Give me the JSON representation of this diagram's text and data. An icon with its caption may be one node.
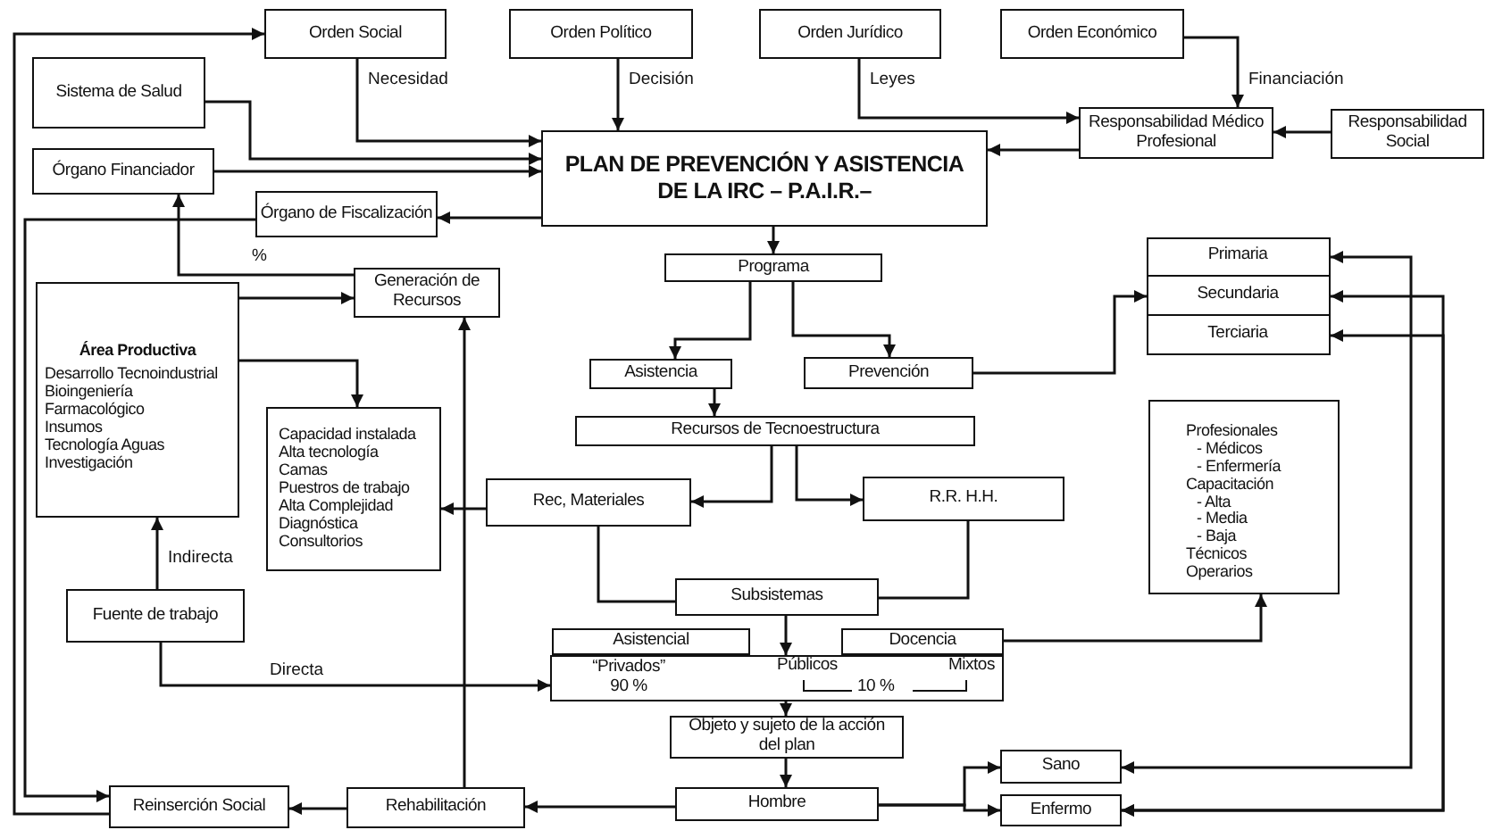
{
  "diagram": {
    "nodes": [
      {
        "text": [
          "Orden Social"
        ]
      },
      {
        "text": [
          "Orden Político"
        ]
      },
      {
        "text": [
          "Orden Jurídico"
        ]
      },
      {
        "text": [
          "Orden Económico"
        ]
      },
      {
        "text": [
          "Sistema de Salud"
        ]
      },
      {
        "text": [
          "Responsabilidad Médico Profesional"
        ]
      },
      {
        "text": [
          "Responsabilidad Social"
        ]
      },
      {
        "text": [
          "Órgano Financiador"
        ]
      },
      {
        "text": [
          "PLAN DE PREVENCIÓN Y ASISTENCIA DE LA IRC – P.A.I.R.–"
        ]
      },
      {
        "text": [
          "Órgano de Fiscalización"
        ]
      },
      {
        "text": [
          "Programa"
        ]
      },
      {
        "text": [],
        "shape": "box"
      },
      {
        "text": [
          "Primaria"
        ],
        "in": 11
      },
      {
        "text": [
          "Secundaria"
        ],
        "in": 11
      },
      {
        "text": [
          "Terciaria"
        ],
        "in": 11
      },
      {
        "text": [
          "Generación de Recursos"
        ]
      },
      {
        "text": [
          "Área Productiva",
          "Desarrollo Tecnoindustrial",
          "Bioingeniería",
          "Farmacológico",
          "Insumos",
          "Tecnología Aguas",
          "Investigación"
        ]
      },
      {
        "text": [
          "Asistencia"
        ]
      },
      {
        "text": [
          "Prevención"
        ]
      },
      {
        "text": [
          "Capacidad instalada",
          "Alta tecnología",
          "Camas",
          "Puestros de trabajo",
          "Alta Complejidad",
          "Diagnóstica",
          "Consultorios"
        ]
      },
      {
        "text": [
          "Recursos de Tecnoestructura"
        ]
      },
      {
        "text": [
          "Profesionales",
          "- Médicos",
          "- Enfermería",
          "Capacitación",
          "- Alta",
          "- Media",
          "- Baja",
          "Técnicos",
          "Operarios"
        ]
      },
      {
        "text": [
          "Rec, Materiales"
        ]
      },
      {
        "text": [
          "R.R. H.H."
        ]
      },
      {
        "text": [
          "Fuente de trabajo"
        ]
      },
      {
        "text": [
          "Subsistemas"
        ]
      },
      {
        "text": [
          "Asistencial"
        ]
      },
      {
        "text": [
          "Docencia"
        ]
      },
      {
        "text": [
          "“Privados” 90 %",
          "Públicos",
          "Mixtos",
          "10 %"
        ]
      },
      {
        "text": [
          "Objeto y sujeto de la acción del plan"
        ]
      },
      {
        "text": [
          "Sano"
        ]
      },
      {
        "text": [
          "Reinserción Social"
        ]
      },
      {
        "text": [
          "Rehabilitación"
        ]
      },
      {
        "text": [
          "Hombre"
        ]
      },
      {
        "text": [
          "Enfermo"
        ]
      }
    ],
    "edges": [
      {
        "from": 31,
        "to": 0,
        "arrow": "to"
      },
      {
        "from": 4,
        "to": 8,
        "arrow": "to"
      },
      {
        "from": 0,
        "to": 8,
        "arrow": "to",
        "label": "Necesidad"
      },
      {
        "from": 7,
        "to": 8,
        "arrow": "to"
      },
      {
        "from": 1,
        "to": 8,
        "arrow": "to",
        "label": "Decisión"
      },
      {
        "from": 8,
        "to": 9,
        "arrow": "to"
      },
      {
        "from": 2,
        "to": 5,
        "arrow": "to",
        "label": "Leyes"
      },
      {
        "from": 3,
        "to": 5,
        "arrow": "to",
        "label": "Financiación"
      },
      {
        "from": 5,
        "to": 8,
        "arrow": "to"
      },
      {
        "from": 6,
        "to": 5,
        "arrow": "to"
      },
      {
        "from": 9,
        "to": 31,
        "arrow": "to"
      },
      {
        "from": 15,
        "to": 7,
        "arrow": "to",
        "label": "%"
      },
      {
        "from": 16,
        "to": 15,
        "arrow": "to"
      },
      {
        "from": 16,
        "to": 19,
        "arrow": "to"
      },
      {
        "from": 32,
        "to": 15,
        "arrow": "to"
      },
      {
        "from": 32,
        "to": 31,
        "arrow": "to"
      },
      {
        "from": 24,
        "to": 16,
        "arrow": "to",
        "label": "Indirecta"
      },
      {
        "from": 24,
        "to": 28,
        "arrow": "to",
        "label": "Directa"
      },
      {
        "from": 8,
        "to": 10,
        "arrow": "to"
      },
      {
        "from": 10,
        "to": 17,
        "arrow": "to"
      },
      {
        "from": 10,
        "to": 18,
        "arrow": "to"
      },
      {
        "from": 18,
        "to": 13,
        "arrow": "to"
      },
      {
        "from": 17,
        "to": 20,
        "arrow": "to"
      },
      {
        "from": 20,
        "to": 22,
        "arrow": "to"
      },
      {
        "from": 20,
        "to": 23,
        "arrow": "to"
      },
      {
        "from": 22,
        "to": 19,
        "arrow": "to"
      },
      {
        "from": 22,
        "to": 25,
        "arrow": "none"
      },
      {
        "from": 23,
        "to": 25,
        "arrow": "none"
      },
      {
        "from": 25,
        "to": 28,
        "arrow": "to"
      },
      {
        "from": 27,
        "to": 21,
        "arrow": "to"
      },
      {
        "from": 28,
        "to": 29,
        "arrow": "to"
      },
      {
        "from": 29,
        "to": 33,
        "arrow": "to"
      },
      {
        "from": 33,
        "to": 30,
        "arrow": "to"
      },
      {
        "from": 33,
        "to": 34,
        "arrow": "to"
      },
      {
        "from": 33,
        "to": 32,
        "arrow": "to"
      },
      {
        "from": 30,
        "to": 12,
        "arrow": "both"
      },
      {
        "from": 34,
        "to": 13,
        "arrow": "both"
      },
      {
        "from": 34,
        "to": 14,
        "arrow": "both"
      }
    ]
  }
}
